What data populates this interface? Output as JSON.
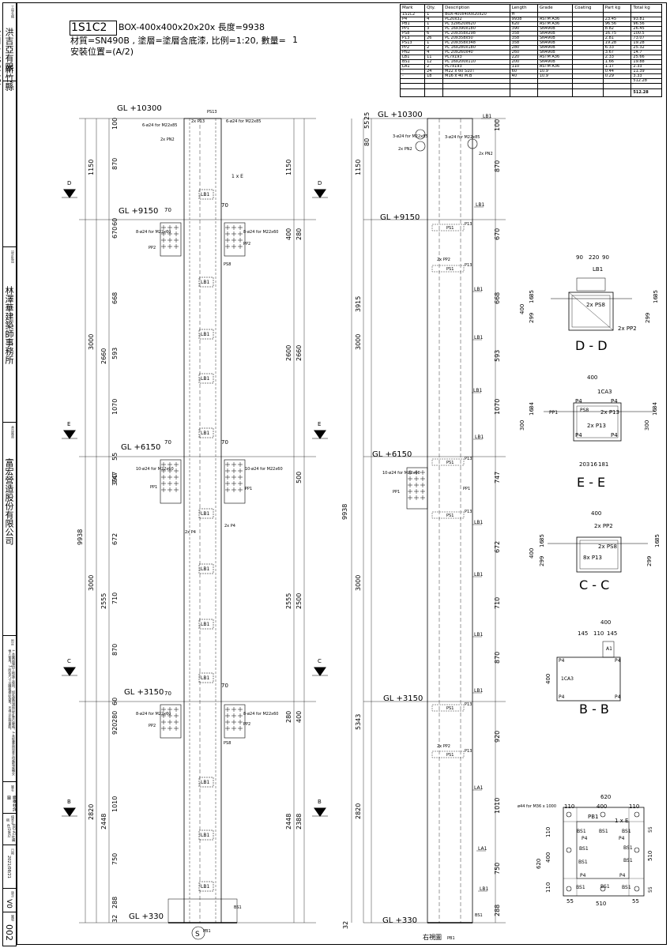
{
  "title_strip": {
    "project_label": "工程名稱",
    "project_name": "洪吉亞有限公司台元段廠房新建工程",
    "project_location": "新竹縣竹北市",
    "architect_label": "設計監造",
    "architect": "林澤華建築師事務所",
    "manufacturer_label": "承造廠商",
    "manufacturer": "富宏營造股份有限公司",
    "notes_label": "附註",
    "notes": "1.本圖說僅供工地施工使用，如有疑問請與設計單位聯絡。2.未經書面同意不得複製或轉交他人使用。3.所有尺寸以圖面標註為準，不得以比例量取。",
    "drawing_name_label": "圖名",
    "drawing_name": "鋼構柱詳圖",
    "file_label": "檔案名稱",
    "file_name": "002-A1柱構件(DWG)",
    "date_label": "日期",
    "date": "2021/08/21",
    "version_label": "版次",
    "version": "V0",
    "sheet_label": "圖號",
    "sheet_no": "002"
  },
  "header": {
    "member_id": "1S1C2",
    "section": "BOX-400x400x20x20x 長度=9938",
    "spec_line": "材質=SN490B , 塗層=塗層含底漆, 比例=1:20, 數量=",
    "quantity": "1",
    "location_line": "安裝位置=(A/2)"
  },
  "parts_table": {
    "headers": [
      "Mark",
      "Qty.",
      "Description",
      "Length",
      "Grade",
      "Coating",
      "Part kg",
      "Total kg"
    ],
    "rows": [
      [
        "1S1C2",
        "1",
        "BOX-400x400x20x20",
        "H",
        "",
        "",
        "",
        ""
      ],
      [
        "P4",
        "4",
        "PL20x32",
        "9938",
        "ASTM A36",
        "",
        "23.45",
        "93.81"
      ],
      [
        "PB1",
        "1",
        "PL 32x620x620",
        "620",
        "ASTM A36",
        "",
        "96.56",
        "96.56"
      ],
      [
        "PP1",
        "3",
        "PL 16x390x180",
        "390",
        "SN490B",
        "",
        "8.82",
        "26.45"
      ],
      [
        "PS8",
        "6",
        "PL 20x358x298",
        "358",
        "SN490B",
        "",
        "16.75",
        "100.5"
      ],
      [
        "P13",
        "26",
        "PL 20x358x50",
        "358",
        "SN490B",
        "",
        "2.81",
        "73.07"
      ],
      [
        "PS13",
        "1",
        "PL 20x358x348",
        "358",
        "SN490B",
        "",
        "19.28",
        "19.28"
      ],
      [
        "PP2",
        "2",
        "PL 16x280x180",
        "280",
        "SN490B",
        "",
        "6.33",
        "25.32"
      ],
      [
        "PN2",
        "4",
        "PL 20x260x40",
        "260",
        "SN490B",
        "",
        "3.67",
        "14.7"
      ],
      [
        "LB1",
        "11",
        "PL7x193",
        "220",
        "ASTM A36",
        "",
        "2.33",
        "25.66"
      ],
      [
        "BS1",
        "12",
        "PL 16x200x110",
        "200",
        "SN490B",
        "",
        "1.66",
        "19.88"
      ],
      [
        "LA1",
        "2",
        "PL7x193",
        "110",
        "ASTM A36",
        "",
        "1.17",
        "2.33"
      ],
      [
        "-",
        "24",
        "M22 x 60 S10T",
        "60",
        "10.9",
        "",
        "0.44",
        "11.39"
      ],
      [
        "-",
        "18",
        "M16 x 40 M.B",
        "40",
        "10.9",
        "",
        "0.29",
        "3.33"
      ],
      [
        "",
        "",
        "",
        "",
        "",
        "",
        "",
        "512.28"
      ]
    ],
    "grand_total": "512.28"
  },
  "front_view": {
    "levels": [
      "GL +10300",
      "GL +9150",
      "GL +6150",
      "GL +3150",
      "GL +330"
    ],
    "left_dims_outer": [
      "1150",
      "3000",
      "3000",
      "2820"
    ],
    "left_dims_mid": [
      "100",
      "870",
      "60",
      "670",
      "668",
      "2660",
      "593",
      "1070",
      "55",
      "390",
      "747",
      "672",
      "2555",
      "710",
      "870",
      "60",
      "280",
      "920",
      "1010",
      "2448",
      "750",
      "288",
      "32"
    ],
    "overall": "9938",
    "right_dims": [
      "1150",
      "280",
      "400",
      "2660",
      "2600",
      "500",
      "2555",
      "2500",
      "280",
      "400",
      "2448",
      "2388"
    ],
    "section_cuts": [
      "D",
      "E",
      "C",
      "B"
    ],
    "callouts": [
      "LB1",
      "PS13",
      "2x P13",
      "2x PN2",
      "6-ø24 for M22x85",
      "1 x E",
      "8-ø24 for M22x60",
      "PP2",
      "PS8",
      "10-ø24 for M22x60",
      "PP1",
      "2x P4",
      "LA1",
      "BS1",
      "PB1",
      "70",
      "S"
    ]
  },
  "side_view": {
    "levels": [
      "GL +10300",
      "GL +9150",
      "GL +6150",
      "GL +3150",
      "GL +330"
    ],
    "left_dims": [
      "25",
      "55",
      "80",
      "1150",
      "3915",
      "3000",
      "9938",
      "3000",
      "5343",
      "2820",
      "32"
    ],
    "right_dims": [
      "100",
      "870",
      "670",
      "668",
      "593",
      "1070",
      "747",
      "672",
      "710",
      "870",
      "920",
      "1010",
      "750",
      "288"
    ],
    "caption": "右視圖",
    "callouts": [
      "3-ø24 for M22x85",
      "2x PN2",
      "LB1",
      "2x PP2",
      "PS1",
      "P13",
      "LA1",
      "BS1",
      "PB1",
      "PP1",
      "10-ø24 for M22x60"
    ]
  },
  "sections": [
    {
      "title": "D - D",
      "dims": [
        "90",
        "220",
        "90",
        "400",
        "299",
        "16",
        "85",
        "299",
        "16",
        "85"
      ],
      "labels": [
        "LB1",
        "2x PS8",
        "2x PP2"
      ]
    },
    {
      "title": "E - E",
      "dims": [
        "400",
        "300",
        "16",
        "84",
        "300",
        "16",
        "84",
        "203",
        "16",
        "181"
      ],
      "labels": [
        "1CA3",
        "P4",
        "P4",
        "PP1",
        "PS8",
        "2x P13",
        "2x P13",
        "P4",
        "P4"
      ]
    },
    {
      "title": "C - C",
      "dims": [
        "400",
        "400",
        "299",
        "16",
        "85",
        "299",
        "16",
        "85"
      ],
      "labels": [
        "2x PP2",
        "2x PS8",
        "8x P13"
      ]
    },
    {
      "title": "B - B",
      "dims": [
        "400",
        "145",
        "110",
        "145",
        "400"
      ],
      "labels": [
        "A1",
        "P4",
        "P4",
        "1CA3",
        "P4",
        "P4"
      ]
    }
  ],
  "base_plate": {
    "dims": [
      "620",
      "110",
      "400",
      "110",
      "110",
      "400",
      "110",
      "620",
      "510",
      "55",
      "55",
      "55",
      "510",
      "55"
    ],
    "labels": [
      "ø44 for M36 x 1000",
      "PB1",
      "1 x E",
      "BS1",
      "BS1",
      "BS1",
      "BS1",
      "BS1",
      "BS1",
      "BS1",
      "BS1",
      "BS1",
      "BS1",
      "P4",
      "P4",
      "P4",
      "P4"
    ]
  },
  "footer_mark": "S",
  "footer_text": "右視圖"
}
